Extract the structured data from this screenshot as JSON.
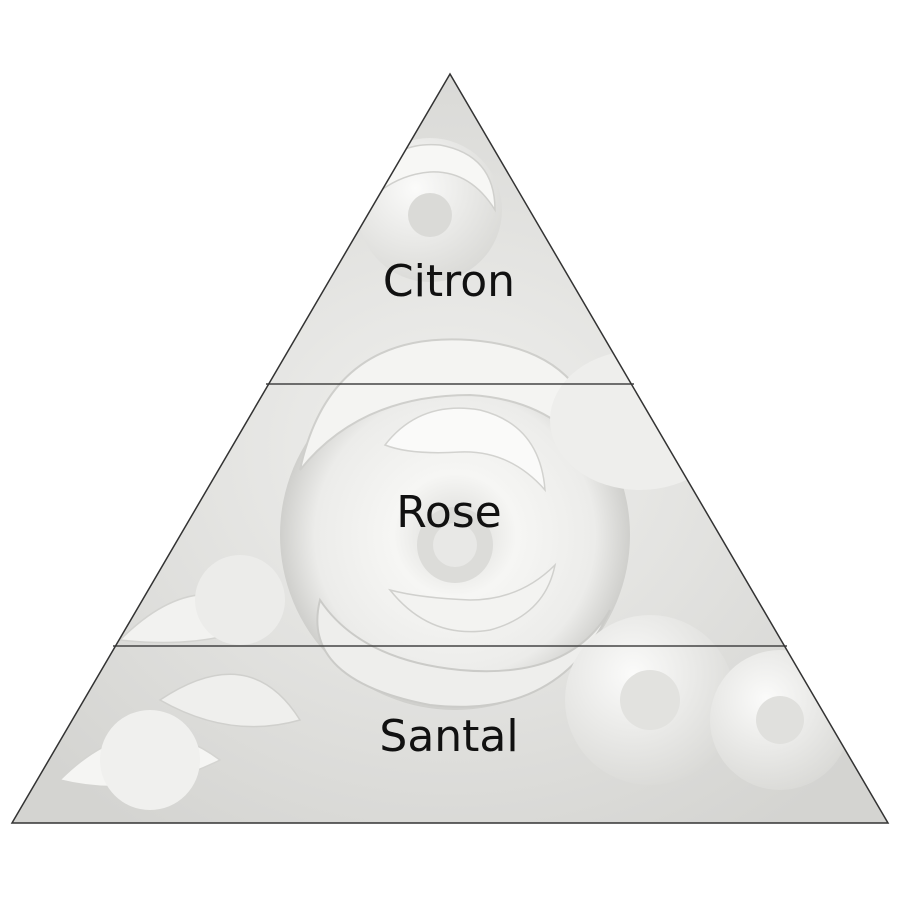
{
  "pyramid": {
    "tiers": [
      {
        "label": "Citron"
      },
      {
        "label": "Rose"
      },
      {
        "label": "Santal"
      }
    ]
  },
  "colors": {
    "outline": "#333333",
    "divider": "#444444",
    "background_base": "#e6e6e4",
    "petal": "#f7f7f5",
    "petal_shadow": "#c9c9c6"
  }
}
